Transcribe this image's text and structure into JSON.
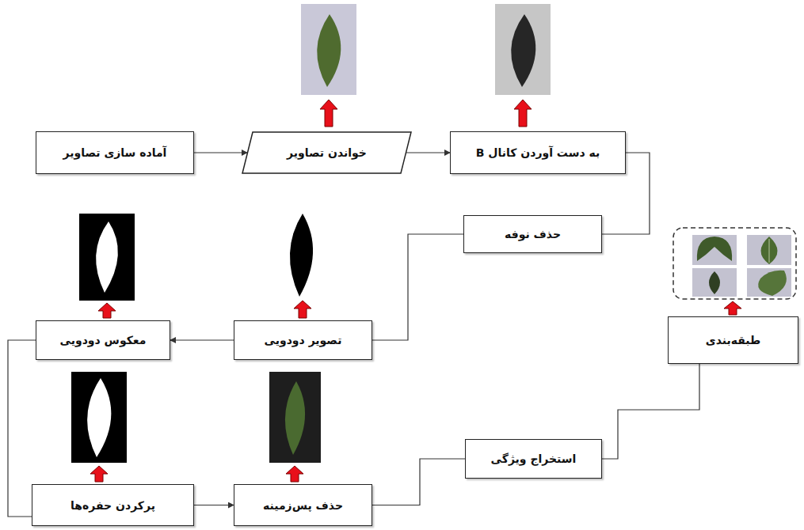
{
  "diagram": {
    "nodes": [
      {
        "text": [
          "آماده سازی تصاویر"
        ]
      },
      {
        "text": [
          "خواندن تصاویر"
        ]
      },
      {
        "text": [
          "به دست آوردن کانال B"
        ]
      },
      {
        "text": [
          "حذف نوفه"
        ]
      },
      {
        "text": [
          "تصویر دودویی"
        ]
      },
      {
        "text": [
          "معکوس دودویی"
        ]
      },
      {
        "text": [
          "طبقه‌بندی"
        ]
      },
      {
        "text": [
          "پرکردن حفره‌ها"
        ]
      },
      {
        "text": [
          "حذف پس‌زمینه"
        ]
      },
      {
        "text": [
          "استخراج ویژگی"
        ]
      }
    ],
    "edges": [
      {
        "from": 0,
        "to": 1,
        "arrow": "to"
      },
      {
        "from": 1,
        "to": 2,
        "arrow": "to"
      },
      {
        "from": 2,
        "to": 3,
        "arrow": "none"
      },
      {
        "from": 3,
        "to": 4,
        "arrow": "none"
      },
      {
        "from": 4,
        "to": 5,
        "arrow": "to"
      },
      {
        "from": 5,
        "to": 7,
        "arrow": "none"
      },
      {
        "from": 7,
        "to": 8,
        "arrow": "to"
      },
      {
        "from": 8,
        "to": 9,
        "arrow": "none"
      },
      {
        "from": 9,
        "to": 6,
        "arrow": "none"
      }
    ]
  }
}
